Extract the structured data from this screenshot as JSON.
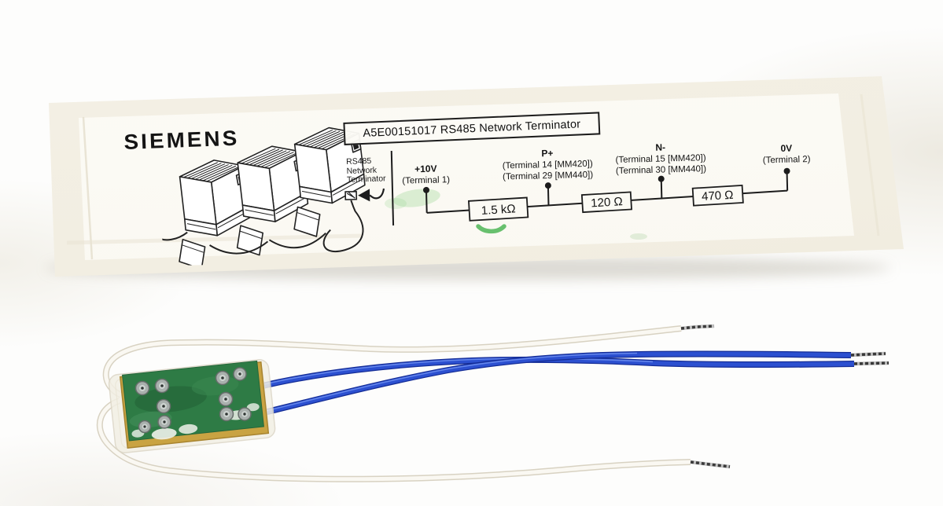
{
  "label": {
    "brand": "SIEMENS",
    "title": "A5E00151017 RS485 Network Terminator",
    "callout": {
      "line1": "RS485",
      "line2": "Network",
      "line3": "Terminator"
    },
    "schematic": {
      "nodes": [
        {
          "name": "+10V",
          "terminal1": "(Terminal 1)",
          "terminal2": ""
        },
        {
          "name": "P+",
          "terminal1": "(Terminal 14 [MM420])",
          "terminal2": "(Terminal 29 [MM440])"
        },
        {
          "name": "N-",
          "terminal1": "(Terminal 15 [MM420])",
          "terminal2": "(Terminal 30 [MM440])"
        },
        {
          "name": "0V",
          "terminal1": "(Terminal 2)",
          "terminal2": ""
        }
      ],
      "resistors": [
        "1.5 kΩ",
        "120 Ω",
        "470 Ω"
      ]
    }
  },
  "colors": {
    "bag_beige": "#f3efe4",
    "paper_white": "#fbfaf5",
    "print_black": "#1a1a1a",
    "green_smudge": "#6fc26f",
    "pcb_green": "#2e7b45",
    "substrate_gold": "#c9a342",
    "solder_gray": "#a9b0ad",
    "wire_blue": "#2c50d0",
    "wire_white": "#faf8f2"
  }
}
